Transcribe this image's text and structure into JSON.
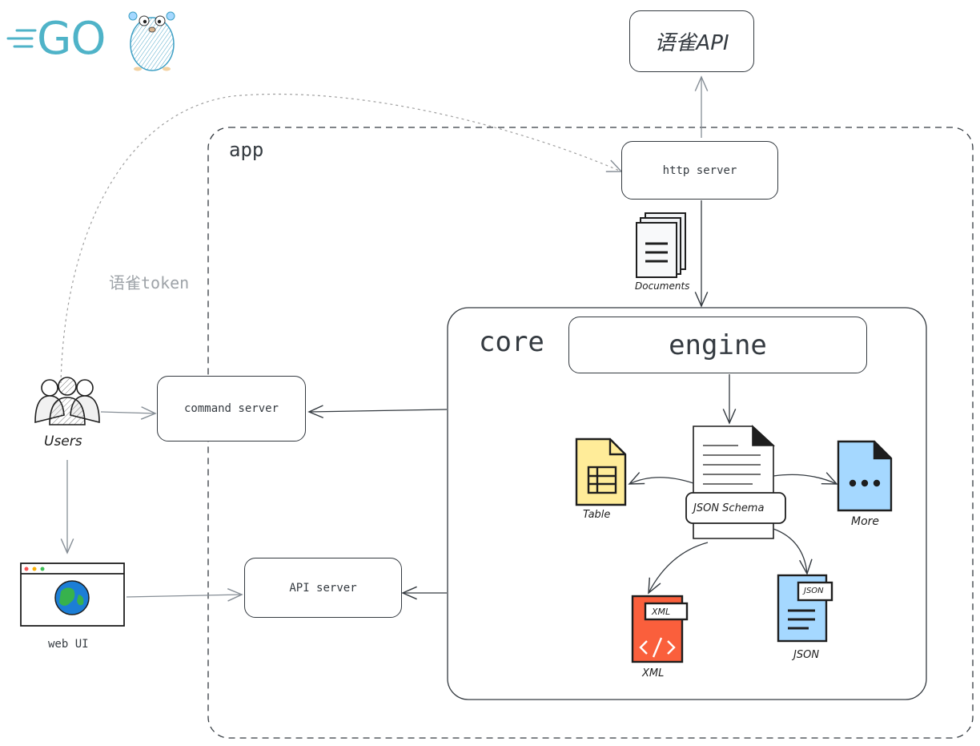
{
  "logo": {
    "wordmark": "GO"
  },
  "nodes": {
    "yuque_api": "语雀API",
    "http_server": "http server",
    "command_server": "command server",
    "api_server": "API server",
    "engine": "engine"
  },
  "groups": {
    "app": "app",
    "core": "core"
  },
  "edge_labels": {
    "token": "语雀token"
  },
  "icons": {
    "users": "Users",
    "web_ui": "web UI",
    "documents": "Documents",
    "table": "Table",
    "json_schema": "JSON Schema",
    "more": "More",
    "xml": "XML",
    "xml_tag": "XML",
    "json": "JSON",
    "json_tag": "JSON"
  },
  "colors": {
    "go_cyan": "#4fb3c8",
    "table_yellow": "#ffec99",
    "more_blue": "#a5d8ff",
    "xml_red": "#fa5f3c",
    "json_blue": "#a5d8ff",
    "stroke": "#343a40"
  }
}
